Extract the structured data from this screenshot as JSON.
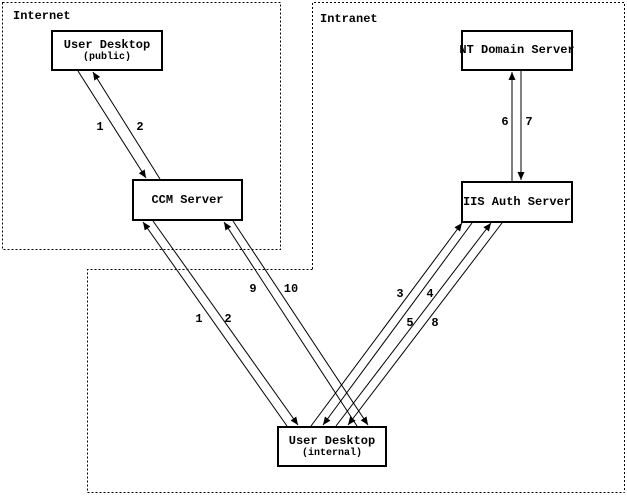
{
  "regions": {
    "internet": {
      "label": "Internet"
    },
    "intranet": {
      "label": "Intranet"
    }
  },
  "nodes": {
    "user_desktop_public": {
      "title": "User Desktop",
      "subtitle": "(public)"
    },
    "ccm_server": {
      "title": "CCM Server",
      "subtitle": ""
    },
    "nt_domain_server": {
      "title": "NT Domain Server",
      "subtitle": ""
    },
    "iis_auth_server": {
      "title": "IIS Auth Server",
      "subtitle": ""
    },
    "user_desktop_internal": {
      "title": "User Desktop",
      "subtitle": "(internal)"
    }
  },
  "edges": [
    {
      "label": "1",
      "from": "user_desktop_public",
      "to": "ccm_server"
    },
    {
      "label": "2",
      "from": "ccm_server",
      "to": "user_desktop_public"
    },
    {
      "label": "1",
      "from": "user_desktop_internal",
      "to": "ccm_server"
    },
    {
      "label": "2",
      "from": "ccm_server",
      "to": "user_desktop_internal"
    },
    {
      "label": "3",
      "from": "user_desktop_internal",
      "to": "iis_auth_server"
    },
    {
      "label": "4",
      "from": "iis_auth_server",
      "to": "user_desktop_internal"
    },
    {
      "label": "5",
      "from": "user_desktop_internal",
      "to": "iis_auth_server"
    },
    {
      "label": "6",
      "from": "iis_auth_server",
      "to": "nt_domain_server"
    },
    {
      "label": "7",
      "from": "nt_domain_server",
      "to": "iis_auth_server"
    },
    {
      "label": "8",
      "from": "iis_auth_server",
      "to": "user_desktop_internal"
    },
    {
      "label": "9",
      "from": "user_desktop_internal",
      "to": "ccm_server"
    },
    {
      "label": "10",
      "from": "ccm_server",
      "to": "user_desktop_internal"
    }
  ],
  "colors": {
    "line": "#000000",
    "background": "#ffffff"
  }
}
